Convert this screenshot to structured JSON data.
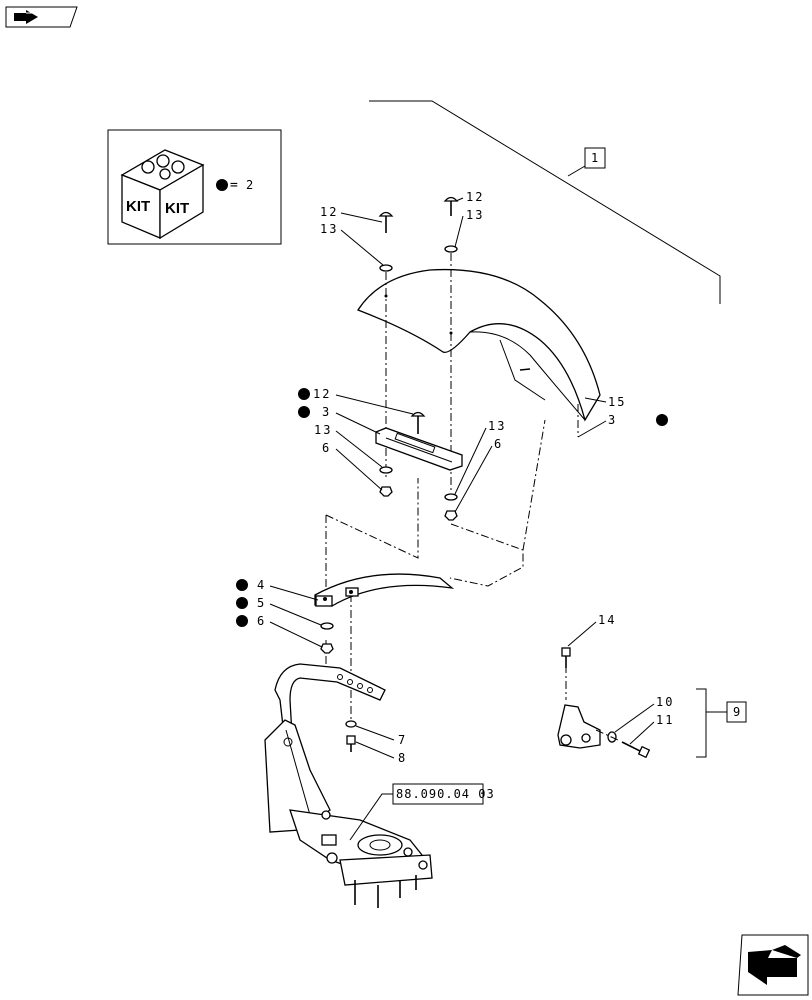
{
  "nav": {
    "prev_icon": "back-arrow-icon",
    "next_icon": "forward-arrow-icon"
  },
  "kit_legend": {
    "box_text": "KIT",
    "equals": "=",
    "quantity": "2"
  },
  "callouts": {
    "assembly_1": "1",
    "assembly_9": "9",
    "p12a": "12",
    "p13a": "13",
    "p12b": "12",
    "p13b": "13",
    "p12c": "12",
    "p3a": "3",
    "p13c": "13",
    "p6a": "6",
    "p13d": "13",
    "p6b": "6",
    "p15": "15",
    "p3b": "3",
    "p4": "4",
    "p5": "5",
    "p6c": "6",
    "p7": "7",
    "p8": "8",
    "p14": "14",
    "p10": "10",
    "p11": "11"
  },
  "reference": "88.090.04 03",
  "colors": {
    "line": "#000000",
    "background": "#ffffff"
  }
}
